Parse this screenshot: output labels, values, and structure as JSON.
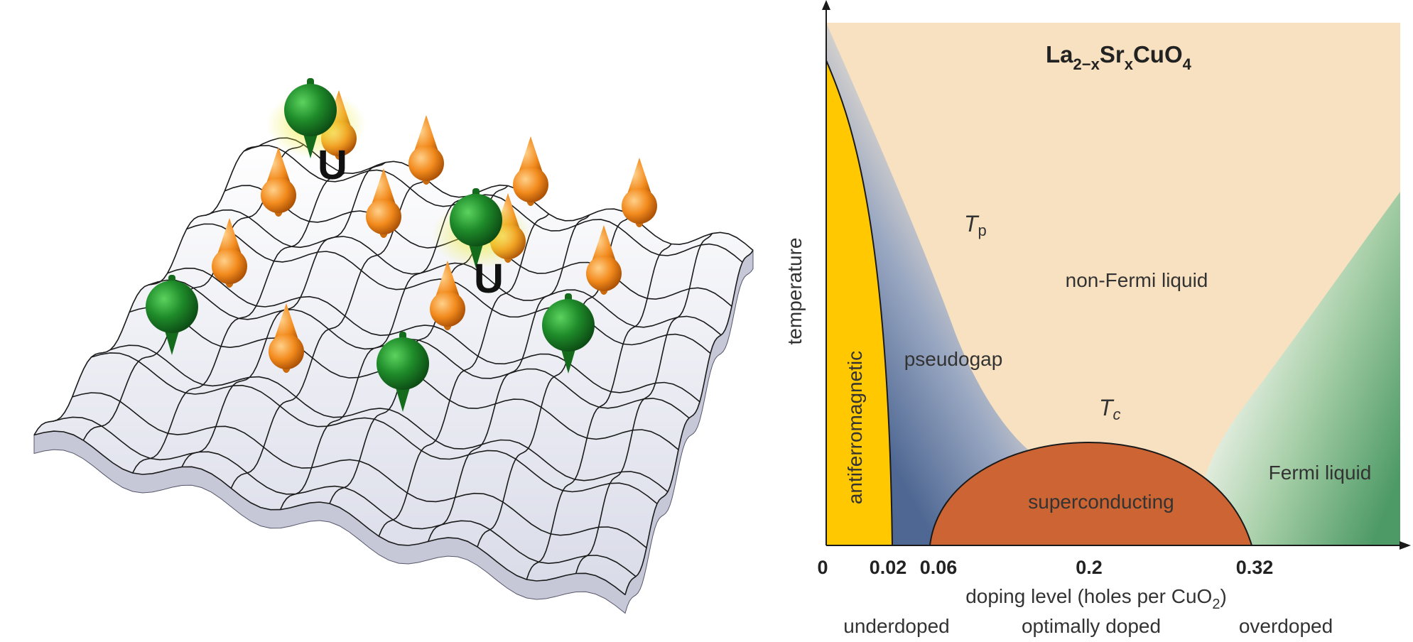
{
  "left_figure": {
    "interaction_labels": [
      "U",
      "U"
    ]
  },
  "phase_diagram": {
    "compound": {
      "base1": "La",
      "sub1": "2−x",
      "base2": "Sr",
      "sub2": "x",
      "base3": "CuO",
      "sub3": "4"
    },
    "y_axis_label": "temperature",
    "x_axis_label": {
      "main": "doping level (holes per CuO",
      "sub": "2",
      "close": ")"
    },
    "x_ticks": [
      "0",
      "0.02",
      "0.06",
      "0.2",
      "0.32"
    ],
    "doping_regimes": [
      "underdoped",
      "optimally doped",
      "overdoped"
    ],
    "regions": {
      "antiferromagnetic": "antiferromagnetic",
      "pseudogap": "pseudogap",
      "non_fermi_liquid": "non-Fermi liquid",
      "superconducting": "superconducting",
      "fermi_liquid": "Fermi liquid"
    },
    "curve_labels": {
      "tp": {
        "symbol": "T",
        "sub": "p"
      },
      "tc": {
        "symbol": "T",
        "sub": "c"
      }
    },
    "colors": {
      "background_region": "#f8e1c0",
      "antiferromagnetic": "#ffc800",
      "pseudogap_dark": "#4f6893",
      "pseudogap_light": "#dde1ea",
      "superconducting": "#cc6433",
      "fermi_liquid": "#4e9a66",
      "electron_green": "#1f8c2a",
      "spin_orange": "#f28a1c",
      "sheet": "#e8e9f1"
    }
  }
}
